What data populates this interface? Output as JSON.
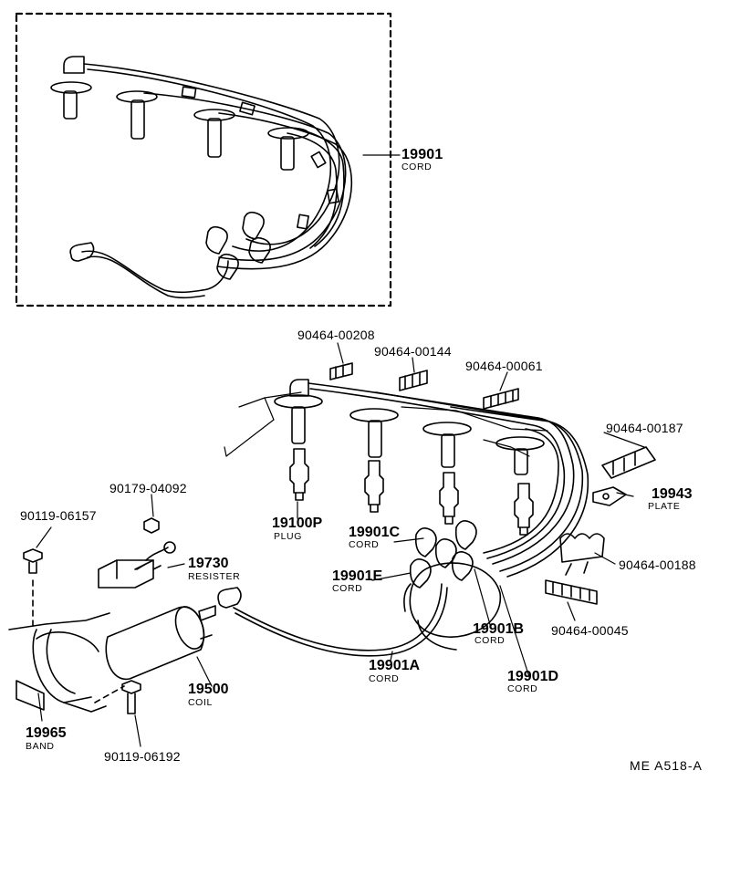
{
  "parts": {
    "cord_set": {
      "number": "19901",
      "name": "CORD"
    },
    "clamp_208": {
      "number": "90464-00208"
    },
    "clamp_144": {
      "number": "90464-00144"
    },
    "clamp_061": {
      "number": "90464-00061"
    },
    "clamp_187": {
      "number": "90464-00187"
    },
    "plate": {
      "number": "19943",
      "name": "PLATE"
    },
    "nut": {
      "number": "90179-04092"
    },
    "bolt_157": {
      "number": "90119-06157"
    },
    "resister": {
      "number": "19730",
      "name": "RESISTER"
    },
    "plug": {
      "number": "19100P",
      "name": "PLUG"
    },
    "cord_c": {
      "number": "19901C",
      "name": "CORD"
    },
    "cord_e": {
      "number": "19901E",
      "name": "CORD"
    },
    "clamp_188": {
      "number": "90464-00188"
    },
    "clamp_045": {
      "number": "90464-00045"
    },
    "cord_b": {
      "number": "19901B",
      "name": "CORD"
    },
    "cord_a": {
      "number": "19901A",
      "name": "CORD"
    },
    "cord_d": {
      "number": "19901D",
      "name": "CORD"
    },
    "coil": {
      "number": "19500",
      "name": "COIL"
    },
    "band": {
      "number": "19965",
      "name": "BAND"
    },
    "bolt_192": {
      "number": "90119-06192"
    }
  },
  "figure_code": "ME  A518-A"
}
